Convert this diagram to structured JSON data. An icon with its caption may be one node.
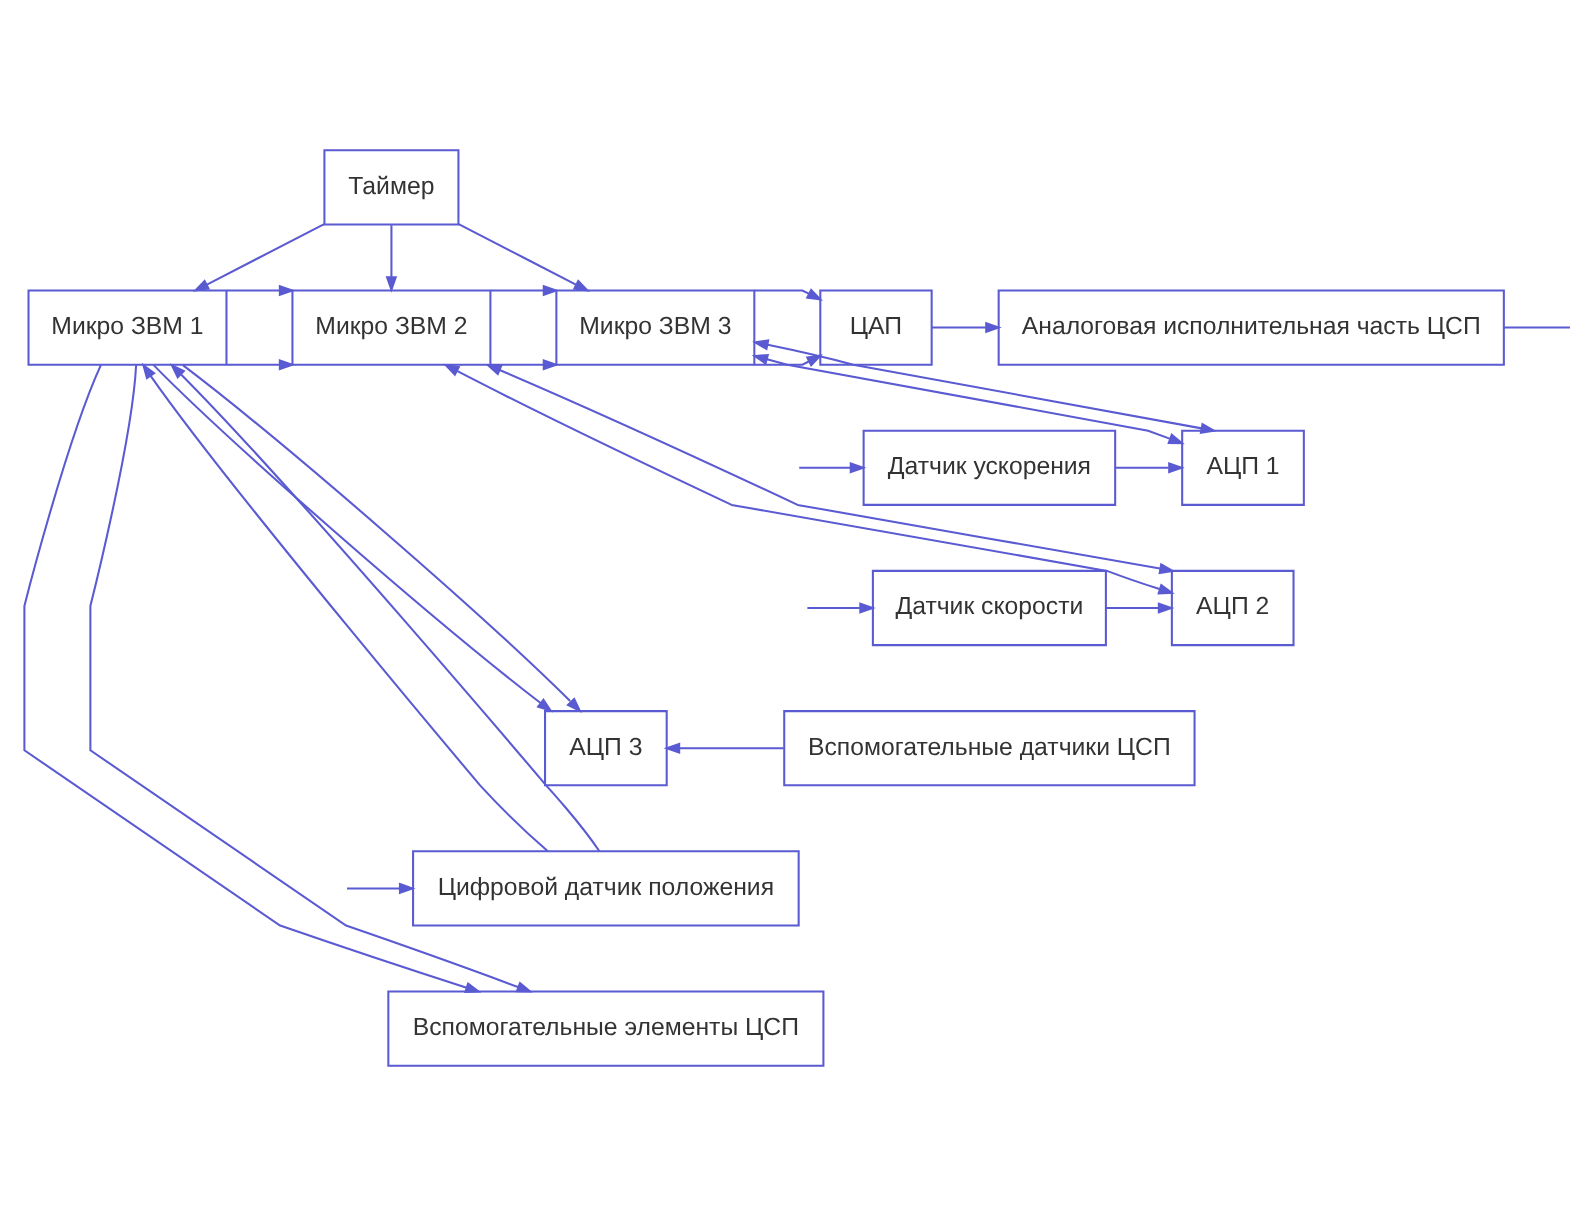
{
  "diagram": {
    "nodes": [
      {
        "text": [
          "Таймер"
        ]
      },
      {
        "text": [
          "Микро ЗВМ 1"
        ]
      },
      {
        "text": [
          "Микро ЗВМ 2"
        ]
      },
      {
        "text": [
          "Микро ЗВМ 3"
        ]
      },
      {
        "text": [
          "ЦАП"
        ]
      },
      {
        "text": [
          "Аналоговая исполнительная часть ЦСП"
        ]
      },
      {
        "text": [
          "АЦП 1"
        ]
      },
      {
        "text": [
          "Датчик ускорения"
        ]
      },
      {
        "text": [
          "АЦП 2"
        ]
      },
      {
        "text": [
          "Датчик скорости"
        ]
      },
      {
        "text": [
          "АЦП 3"
        ]
      },
      {
        "text": [
          "Вспомогательные датчики ЦСП"
        ]
      },
      {
        "text": [
          "Цифровой датчик положения"
        ]
      },
      {
        "text": [
          "Вспомогательные элементы ЦСП"
        ]
      }
    ],
    "edges": [
      {
        "from": 0,
        "to": 1,
        "arrow": "to"
      },
      {
        "from": 0,
        "to": 2,
        "arrow": "to"
      },
      {
        "from": 0,
        "to": 3,
        "arrow": "to"
      },
      {
        "from": 1,
        "to": 2,
        "arrow": "to"
      },
      {
        "from": 1,
        "to": 2,
        "arrow": "to"
      },
      {
        "from": 2,
        "to": 3,
        "arrow": "to"
      },
      {
        "from": 2,
        "to": 3,
        "arrow": "to"
      },
      {
        "from": 3,
        "to": 4,
        "arrow": "to"
      },
      {
        "from": 3,
        "to": 4,
        "arrow": "to"
      },
      {
        "from": 4,
        "to": 5,
        "arrow": "to"
      },
      {
        "from": 5,
        "to": null,
        "arrow": "none"
      },
      {
        "from": 6,
        "to": 3,
        "arrow": "both"
      },
      {
        "from": 6,
        "to": 3,
        "arrow": "both"
      },
      {
        "from": null,
        "to": 7,
        "arrow": "to"
      },
      {
        "from": 7,
        "to": 6,
        "arrow": "to"
      },
      {
        "from": 8,
        "to": 2,
        "arrow": "both"
      },
      {
        "from": 8,
        "to": 2,
        "arrow": "both"
      },
      {
        "from": null,
        "to": 9,
        "arrow": "to"
      },
      {
        "from": 9,
        "to": 8,
        "arrow": "to"
      },
      {
        "from": 1,
        "to": 10,
        "arrow": "to"
      },
      {
        "from": 1,
        "to": 10,
        "arrow": "to"
      },
      {
        "from": 11,
        "to": 10,
        "arrow": "to"
      },
      {
        "from": 12,
        "to": 1,
        "arrow": "to"
      },
      {
        "from": 12,
        "to": 1,
        "arrow": "to"
      },
      {
        "from": null,
        "to": 12,
        "arrow": "to"
      },
      {
        "from": 1,
        "to": 13,
        "arrow": "to"
      },
      {
        "from": 1,
        "to": 13,
        "arrow": "to"
      }
    ]
  }
}
